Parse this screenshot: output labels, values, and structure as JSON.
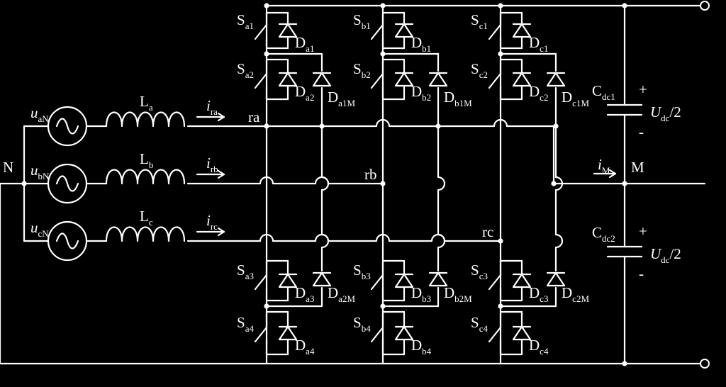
{
  "colors": {
    "background": "#000000",
    "wire": "#ffffff"
  },
  "node_labels": {
    "neutral": "N",
    "midpoint": "M",
    "ra": "ra",
    "rb": "rb",
    "rc": "rc"
  },
  "sources": [
    {
      "main": "u",
      "sub": "aN",
      "icon": "ac-source-icon"
    },
    {
      "main": "u",
      "sub": "bN",
      "icon": "ac-source-icon"
    },
    {
      "main": "u",
      "sub": "cN",
      "icon": "ac-source-icon"
    }
  ],
  "inductors": [
    {
      "main": "L",
      "sub": "a"
    },
    {
      "main": "L",
      "sub": "b"
    },
    {
      "main": "L",
      "sub": "c"
    }
  ],
  "currents": [
    {
      "main": "i",
      "sub": "ra"
    },
    {
      "main": "i",
      "sub": "rb"
    },
    {
      "main": "i",
      "sub": "rc"
    },
    {
      "main": "i",
      "sub": "M"
    }
  ],
  "legs": [
    {
      "switches": [
        {
          "main": "S",
          "sub": "a1"
        },
        {
          "main": "S",
          "sub": "a2"
        },
        {
          "main": "S",
          "sub": "a3"
        },
        {
          "main": "S",
          "sub": "a4"
        }
      ],
      "diodes": [
        {
          "main": "D",
          "sub": "a1"
        },
        {
          "main": "D",
          "sub": "a2"
        },
        {
          "main": "D",
          "sub": "a3"
        },
        {
          "main": "D",
          "sub": "a4"
        }
      ],
      "clamp_diodes": [
        {
          "main": "D",
          "sub": "a1M"
        },
        {
          "main": "D",
          "sub": "a2M"
        }
      ]
    },
    {
      "switches": [
        {
          "main": "S",
          "sub": "b1"
        },
        {
          "main": "S",
          "sub": "b2"
        },
        {
          "main": "S",
          "sub": "b3"
        },
        {
          "main": "S",
          "sub": "b4"
        }
      ],
      "diodes": [
        {
          "main": "D",
          "sub": "b1"
        },
        {
          "main": "D",
          "sub": "b2"
        },
        {
          "main": "D",
          "sub": "b3"
        },
        {
          "main": "D",
          "sub": "b4"
        }
      ],
      "clamp_diodes": [
        {
          "main": "D",
          "sub": "b1M"
        },
        {
          "main": "D",
          "sub": "b2M"
        }
      ]
    },
    {
      "switches": [
        {
          "main": "S",
          "sub": "c1"
        },
        {
          "main": "S",
          "sub": "c2"
        },
        {
          "main": "S",
          "sub": "c3"
        },
        {
          "main": "S",
          "sub": "c4"
        }
      ],
      "diodes": [
        {
          "main": "D",
          "sub": "c1"
        },
        {
          "main": "D",
          "sub": "c2"
        },
        {
          "main": "D",
          "sub": "c3"
        },
        {
          "main": "D",
          "sub": "c4"
        }
      ],
      "clamp_diodes": [
        {
          "main": "D",
          "sub": "c1M"
        },
        {
          "main": "D",
          "sub": "c2M"
        }
      ]
    }
  ],
  "capacitors": [
    {
      "main": "C",
      "sub": "dc1",
      "plus": "+",
      "minus": "-",
      "voltage_main": "U",
      "voltage_sub": "dc",
      "voltage_suffix": "/2"
    },
    {
      "main": "C",
      "sub": "dc2",
      "plus": "+",
      "minus": "-",
      "voltage_main": "U",
      "voltage_sub": "dc",
      "voltage_suffix": "/2"
    }
  ]
}
